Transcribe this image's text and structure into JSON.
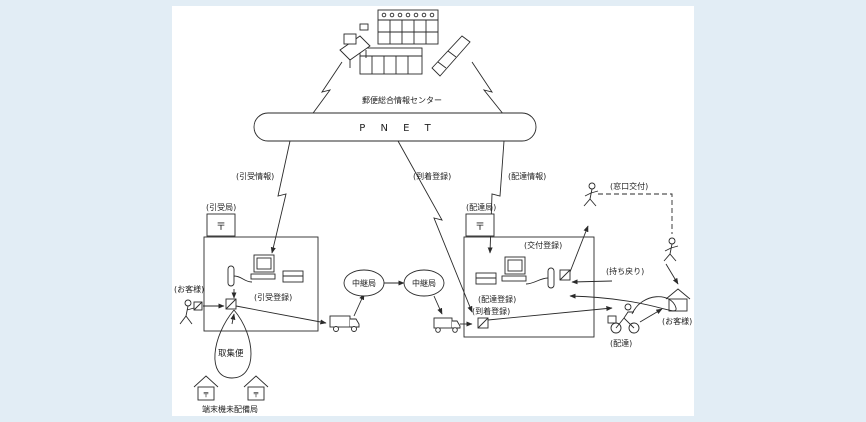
{
  "diagram": {
    "center_label": "郵便総合情報センター",
    "network_label": "P N E T",
    "links": {
      "hikiuke_info": "(引受情報)",
      "touchaku_touroku": "(到着登録)",
      "haitatsu_info": "(配達情報)",
      "madoguchi_koufu": "(窓口交付)"
    },
    "left_office": {
      "name": "(引受局)",
      "postal_mark": "〒",
      "terminal_label": "(引受登録)",
      "customer": "(お客様)",
      "pickup": "取集便",
      "terminal_offices": "端末機未配備局"
    },
    "relays": {
      "relay1": "中継局",
      "relay2": "中継局"
    },
    "right_office": {
      "name": "(配達局)",
      "postal_mark": "〒",
      "koufu_touroku": "(交付登録)",
      "haitatsu_touroku": "(配達登録)",
      "touchaku_touroku": "(到着登録)",
      "mochimodori": "(持ち戻り)",
      "haitatsu": "(配達)",
      "customer": "(お客様)"
    }
  }
}
